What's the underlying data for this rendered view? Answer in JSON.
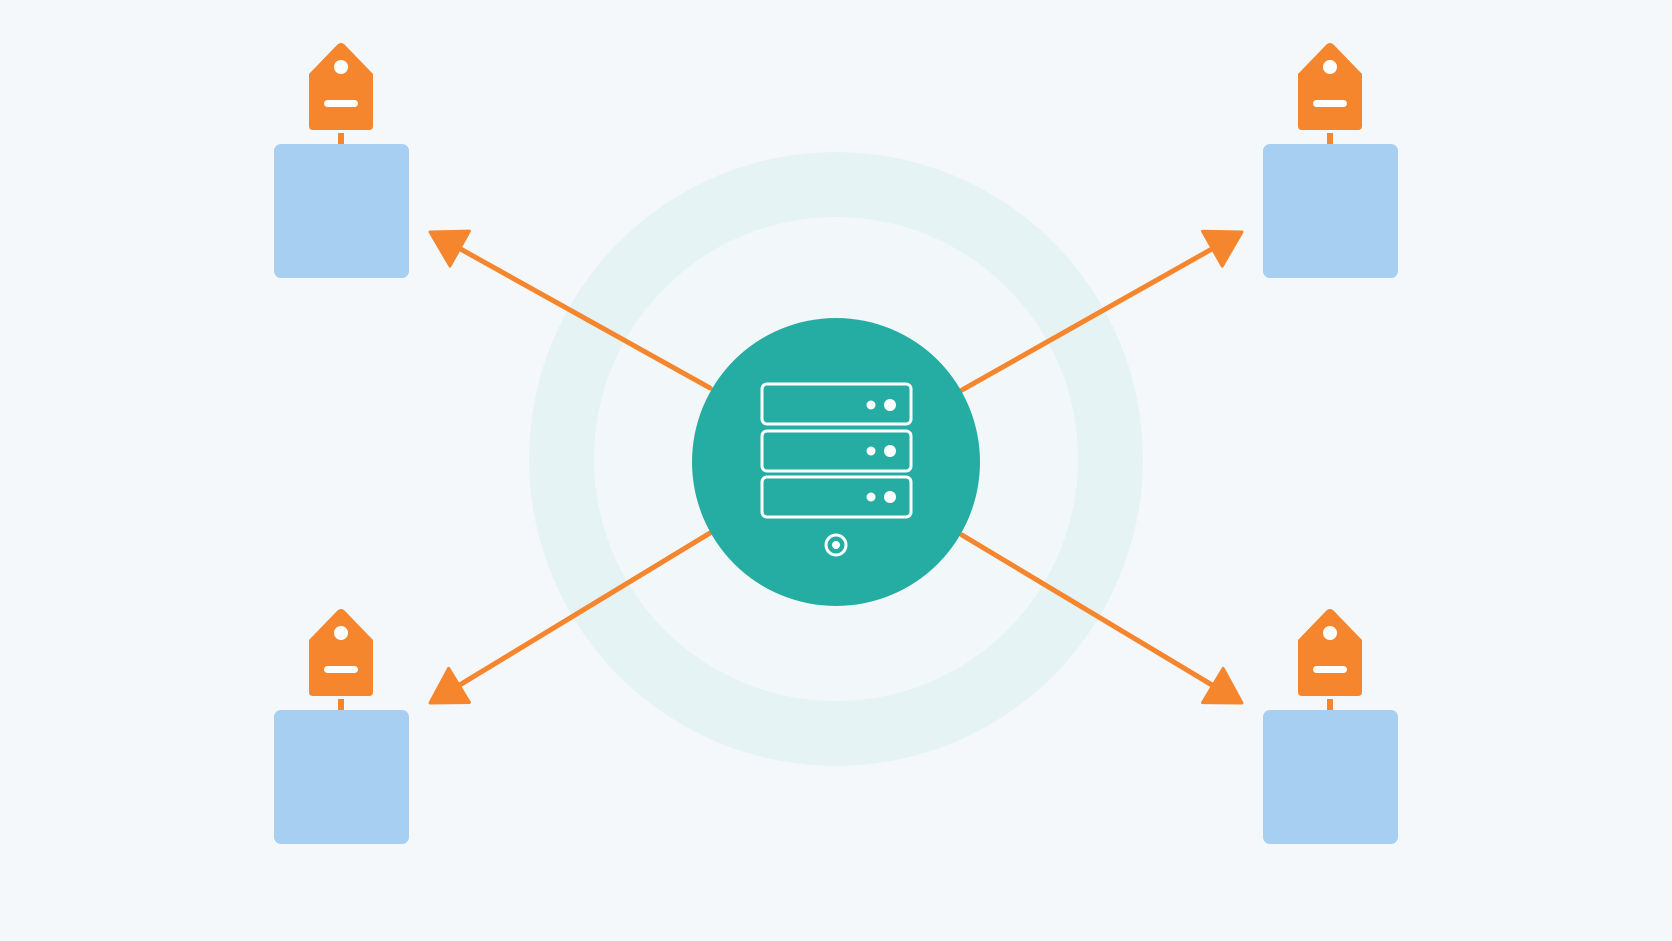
{
  "diagram": {
    "type": "hub-and-spoke",
    "hub": {
      "icon": "server-rack-icon",
      "color": "#26ada3",
      "ring_color": "#e6f3f4",
      "ring_inner_color": "#f2f8f9"
    },
    "arrow_color": "#f5862e",
    "arrow_direction": "hub-to-nodes",
    "nodes": [
      {
        "id": "top-left",
        "block_color": "#a6cff2",
        "tag_icon": "tag-icon",
        "tag_color": "#f5862e"
      },
      {
        "id": "top-right",
        "block_color": "#a6cff2",
        "tag_icon": "tag-icon",
        "tag_color": "#f5862e"
      },
      {
        "id": "bottom-left",
        "block_color": "#a6cff2",
        "tag_icon": "tag-icon",
        "tag_color": "#f5862e"
      },
      {
        "id": "bottom-right",
        "block_color": "#a6cff2",
        "tag_icon": "tag-icon",
        "tag_color": "#f5862e"
      }
    ],
    "background": "#f5f8fa"
  }
}
